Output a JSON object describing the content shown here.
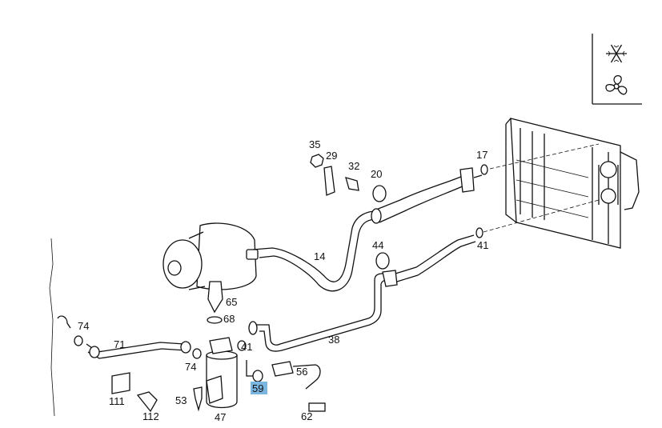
{
  "legend": {
    "icon_top": "snowflake-icon",
    "icon_bottom": "fan-icon"
  },
  "labels": {
    "p35": "35",
    "p29": "29",
    "p32": "32",
    "p20": "20",
    "p17": "17",
    "p14": "14",
    "p44": "44",
    "p41a": "41",
    "p65": "65",
    "p68": "68",
    "p74a": "74",
    "p71": "71",
    "p74b": "74",
    "p41b": "41",
    "p38": "38",
    "p56": "56",
    "p59": "59",
    "p111": "111",
    "p53": "53",
    "p112": "112",
    "p47": "47",
    "p62": "62"
  },
  "highlight_color": "#7ab6e0"
}
